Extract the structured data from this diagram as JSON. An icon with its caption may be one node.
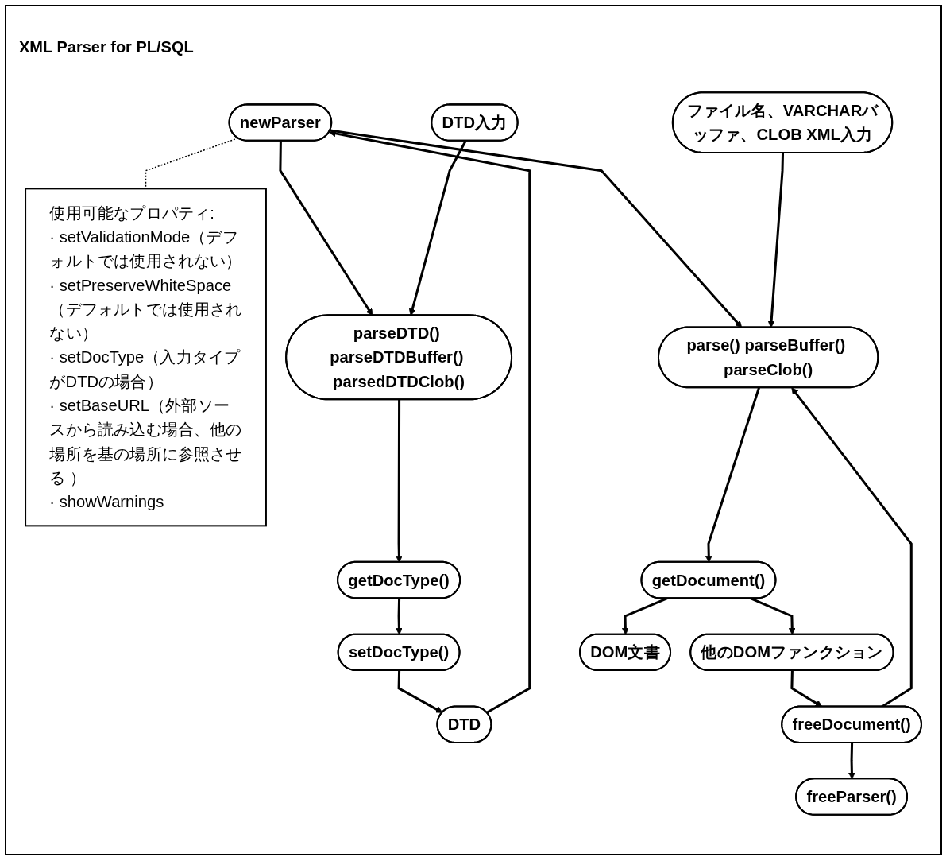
{
  "diagram": {
    "title": "XML Parser for PL/SQL",
    "nodes": [
      {
        "text": [
          "newParser"
        ]
      },
      {
        "text": [
          "使用可能なプロパティ:",
          "· setValidationMode（デフォルトでは使用されない）",
          "· setPreserveWhiteSpace（デフォルトでは使用されない）",
          "· setDocType（入力タイプがDTDの場合）",
          "· setBaseURL（外部ソースから読み込む場合、他の場所を基の場所に参照させる ）",
          "· showWarnings"
        ]
      },
      {
        "text": [
          "ファイル名、VARCHARバッファ、CLOB XML入力"
        ]
      },
      {
        "text": [
          "DTD入力"
        ]
      },
      {
        "text": [
          "parse() parseBuffer() parseClob()"
        ]
      },
      {
        "text": [
          "parseDTD() parseDTDBuffer() parsedDTDClob()"
        ]
      },
      {
        "text": [
          "DTD"
        ]
      },
      {
        "text": [
          "getDocument()"
        ]
      },
      {
        "text": [
          "getDocType()"
        ]
      },
      {
        "text": [
          "setDocType()"
        ]
      },
      {
        "text": [
          "他のDOMファンクション"
        ]
      },
      {
        "text": [
          "DOM文書"
        ]
      },
      {
        "text": [
          "freeDocument()"
        ]
      },
      {
        "text": [
          "freeParser()"
        ]
      }
    ],
    "edges": [
      {
        "from": 0,
        "to": 1,
        "arrow": "none",
        "style": "dashed"
      },
      {
        "from": 0,
        "to": 4,
        "arrow": "to"
      },
      {
        "from": 0,
        "to": 5,
        "arrow": "to"
      },
      {
        "from": 6,
        "to": 0,
        "arrow": "to"
      },
      {
        "from": 2,
        "to": 4,
        "arrow": "to"
      },
      {
        "from": 3,
        "to": 5,
        "arrow": "to"
      },
      {
        "from": 4,
        "to": 7,
        "arrow": "to"
      },
      {
        "from": 5,
        "to": 8,
        "arrow": "to"
      },
      {
        "from": 8,
        "to": 9,
        "arrow": "to"
      },
      {
        "from": 9,
        "to": 6,
        "arrow": "to"
      },
      {
        "from": 7,
        "to": 10,
        "arrow": "to"
      },
      {
        "from": 7,
        "to": 11,
        "arrow": "to"
      },
      {
        "from": 10,
        "to": 12,
        "arrow": "to"
      },
      {
        "from": 12,
        "to": 4,
        "arrow": "to"
      },
      {
        "from": 12,
        "to": 13,
        "arrow": "to"
      }
    ]
  }
}
